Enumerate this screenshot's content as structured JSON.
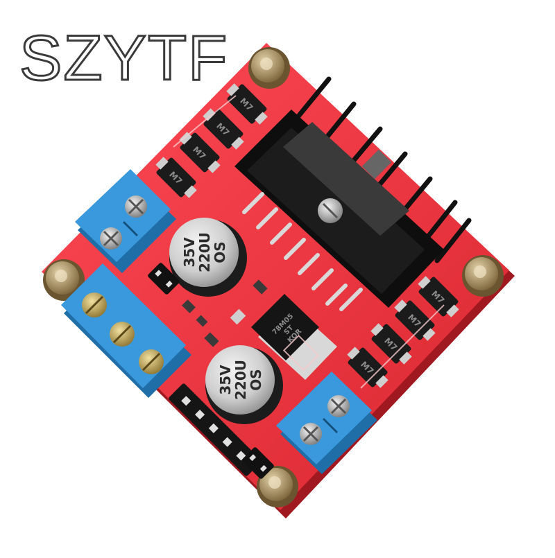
{
  "brand": {
    "text": "SZYTF"
  },
  "capacitors": [
    {
      "lines": [
        "35V",
        "220U",
        "OS"
      ]
    },
    {
      "lines": [
        "35V",
        "220U",
        "OS"
      ]
    }
  ],
  "regulator": {
    "lines": [
      "78M05",
      "ST",
      "KOR"
    ]
  },
  "diode_marking": "M7",
  "colors": {
    "board": "#e8353f",
    "terminal": "#2f8fd4",
    "heatsink": "#151515",
    "standoff": "#b79a63"
  }
}
